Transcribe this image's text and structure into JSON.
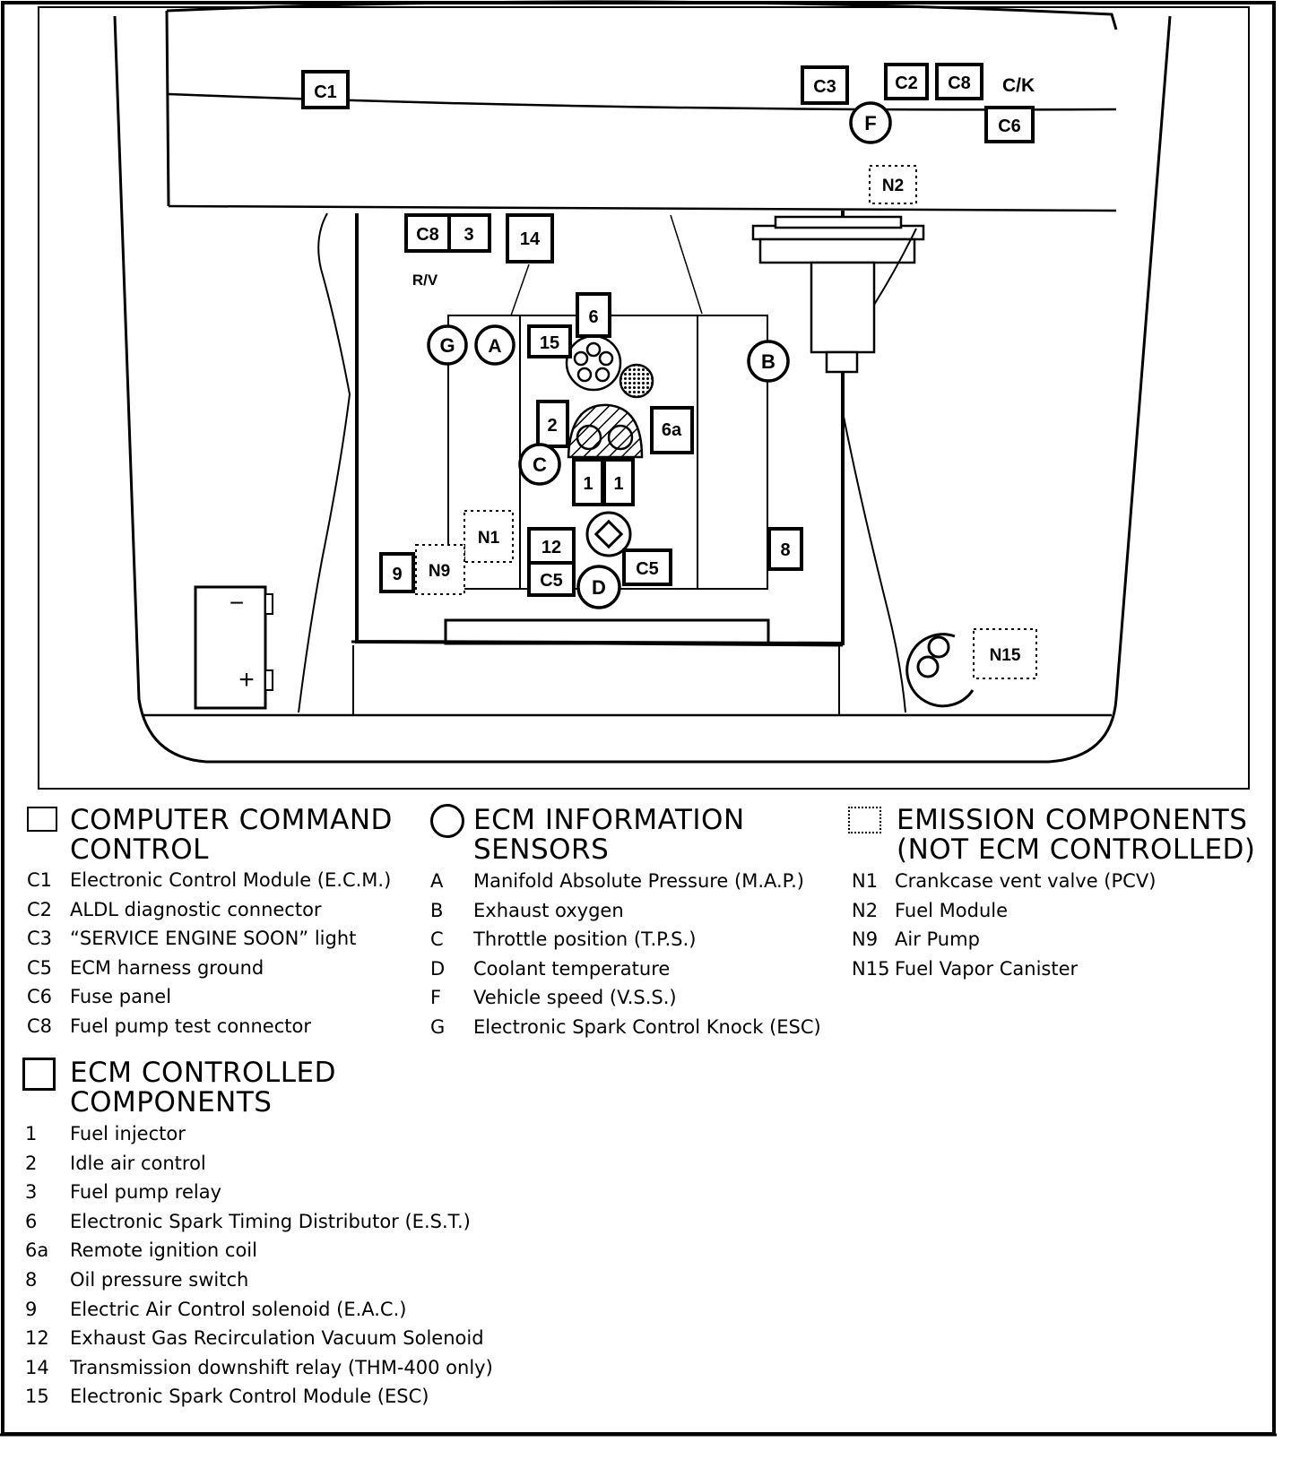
{
  "diagram": {
    "connector_labels": {
      "c1": "C1",
      "c3": "C3",
      "c2": "C2",
      "c8_top": "C8",
      "ck": "C/K",
      "f": "F",
      "c6": "C6",
      "n2": "N2",
      "c8_mid": "C8",
      "three": "3",
      "fourteen": "14",
      "rv": "R/V",
      "six": "6",
      "g": "G",
      "a": "A",
      "fifteen": "15",
      "b": "B",
      "two": "2",
      "six_a": "6a",
      "c": "C",
      "one_left": "1",
      "one_right": "1",
      "n1": "N1",
      "twelve": "12",
      "nine": "9",
      "n9": "N9",
      "c5_left": "C5",
      "d": "D",
      "c5_right": "C5",
      "eight": "8",
      "n15": "N15",
      "minus": "−",
      "plus": "+"
    }
  },
  "legend": {
    "ccc": {
      "heading_line1": "COMPUTER COMMAND",
      "heading_line2": "CONTROL",
      "items": [
        {
          "code": "C1",
          "text": "Electronic Control Module (E.C.M.)"
        },
        {
          "code": "C2",
          "text": "ALDL diagnostic connector"
        },
        {
          "code": "C3",
          "text": "“SERVICE ENGINE SOON” light"
        },
        {
          "code": "C5",
          "text": "ECM harness ground"
        },
        {
          "code": "C6",
          "text": "Fuse panel"
        },
        {
          "code": "C8",
          "text": "Fuel pump test connector"
        }
      ]
    },
    "ecm_controlled": {
      "heading_line1": "ECM CONTROLLED",
      "heading_line2": "COMPONENTS",
      "items": [
        {
          "code": "1",
          "text": "Fuel injector"
        },
        {
          "code": "2",
          "text": "Idle air control"
        },
        {
          "code": "3",
          "text": "Fuel pump relay"
        },
        {
          "code": "6",
          "text": "Electronic Spark Timing Distributor (E.S.T.)"
        },
        {
          "code": "6a",
          "text": "Remote ignition coil"
        },
        {
          "code": "8",
          "text": "Oil pressure switch"
        },
        {
          "code": "9",
          "text": "Electric Air Control solenoid (E.A.C.)"
        },
        {
          "code": "12",
          "text": "Exhaust Gas Recirculation Vacuum Solenoid"
        },
        {
          "code": "14",
          "text": "Transmission downshift relay (THM-400 only)"
        },
        {
          "code": "15",
          "text": "Electronic Spark Control Module (ESC)"
        }
      ]
    },
    "sensors": {
      "heading_line1": "ECM INFORMATION",
      "heading_line2": "SENSORS",
      "items": [
        {
          "code": "A",
          "text": "Manifold Absolute Pressure (M.A.P.)"
        },
        {
          "code": "B",
          "text": "Exhaust oxygen"
        },
        {
          "code": "C",
          "text": "Throttle position (T.P.S.)"
        },
        {
          "code": "D",
          "text": "Coolant temperature"
        },
        {
          "code": "F",
          "text": "Vehicle speed (V.S.S.)"
        },
        {
          "code": "G",
          "text": "Electronic Spark Control Knock (ESC)"
        }
      ]
    },
    "emission": {
      "heading_line1": "EMISSION COMPONENTS",
      "heading_line2": "(NOT ECM CONTROLLED)",
      "items": [
        {
          "code": "N1",
          "text": "Crankcase vent valve (PCV)"
        },
        {
          "code": "N2",
          "text": "Fuel Module"
        },
        {
          "code": "N9",
          "text": "Air Pump"
        },
        {
          "code": "N15",
          "text": "Fuel Vapor Canister"
        }
      ]
    }
  }
}
